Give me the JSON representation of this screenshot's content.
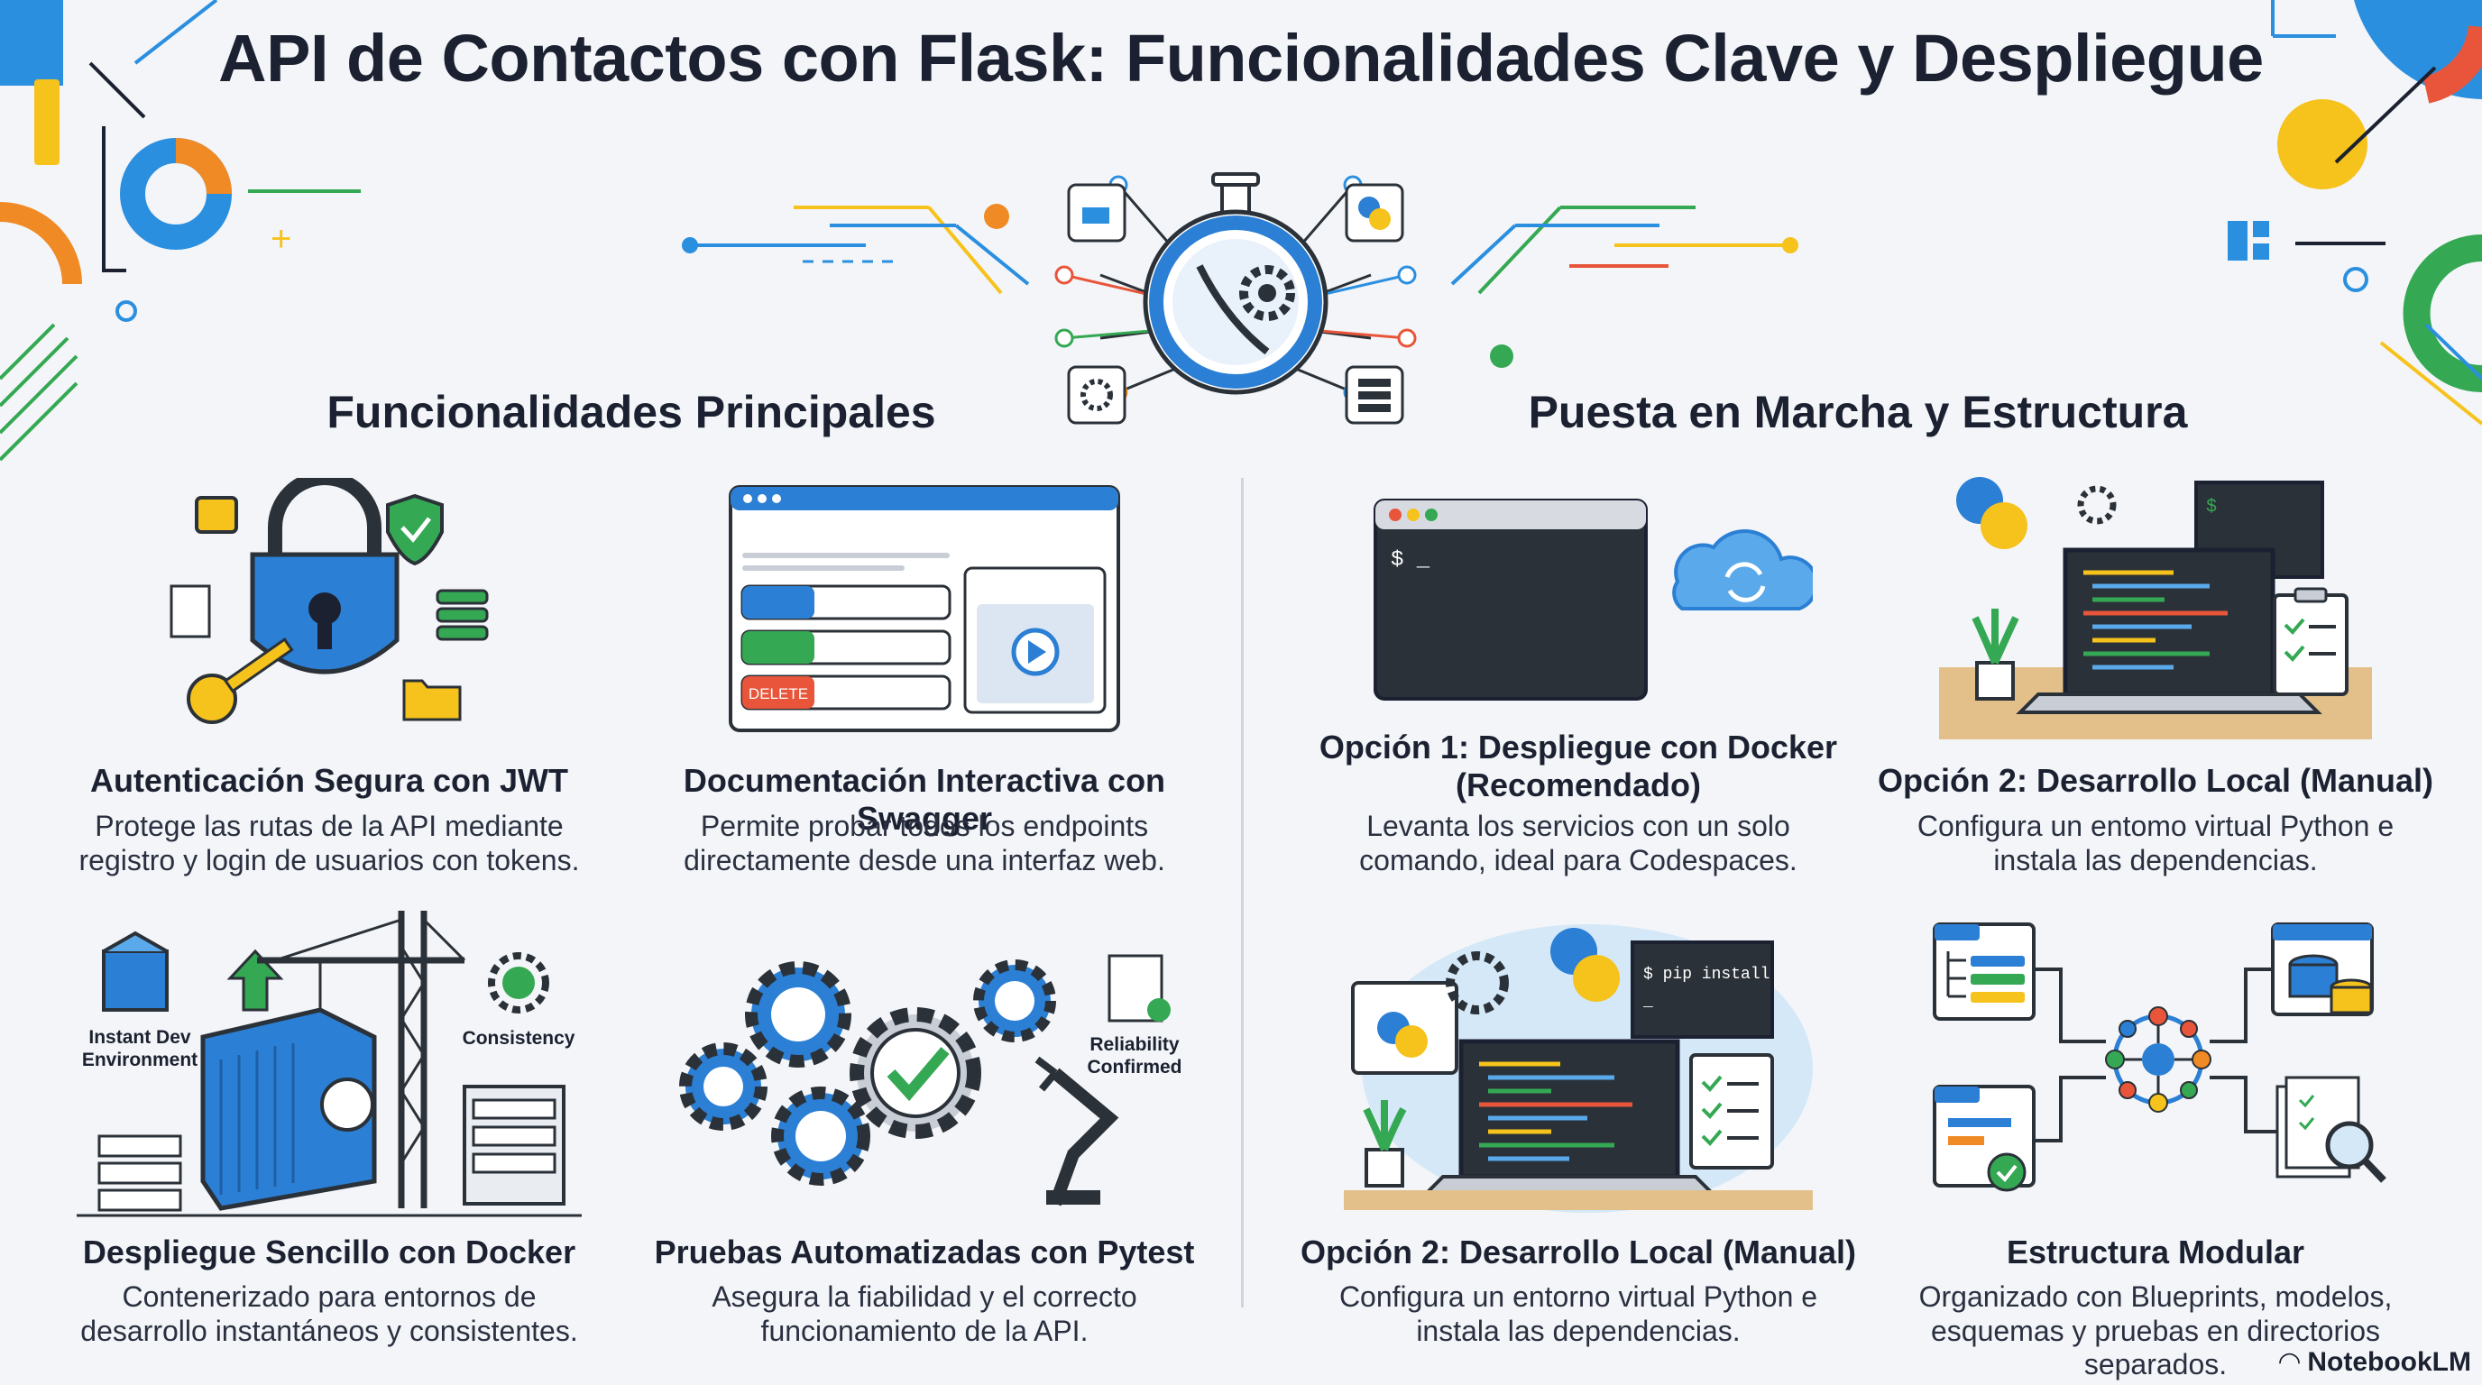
{
  "title": "API de Contactos con Flask: Funcionalidades Clave y Despliegue",
  "sections": {
    "left": "Funcionalidades Principales",
    "right": "Puesta en Marcha y Estructura"
  },
  "cards": [
    {
      "title": "Autenticación Segura con JWT",
      "desc1": "Protege las rutas de la API mediante",
      "desc2": "registro y login de usuarios con tokens."
    },
    {
      "title": "Documentación Interactiva con Swagger",
      "desc1": "Permite probar todos los endpoints",
      "desc2": "directamente desde una interfaz web."
    },
    {
      "title1": "Opción 1: Despliegue con Docker",
      "title2": "(Recomendado)",
      "desc1": "Levanta los servicios con un solo",
      "desc2": "comando, ideal para Codespaces."
    },
    {
      "title": "Opción 2: Desarrollo Local (Manual)",
      "desc1": "Configura un entomo virtual Python e",
      "desc2": "instala las dependencias."
    },
    {
      "title": "Despliegue Sencillo con Docker",
      "desc1": "Contenerizado para entornos de",
      "desc2": "desarrollo instantáneos y consistentes."
    },
    {
      "title": "Pruebas Automatizadas con Pytest",
      "desc1": "Asegura la fiabilidad y el correcto",
      "desc2": "funcionamiento de la API."
    },
    {
      "title": "Opción 2: Desarrollo Local (Manual)",
      "desc1": "Configura un entorno virtual Python e",
      "desc2": "instala las dependencias."
    },
    {
      "title": "Estructura Modular",
      "desc1": "Organizado con Blueprints, modelos,",
      "desc2": "esquemas y pruebas en directorios separados."
    }
  ],
  "illustration_labels": {
    "delete_button": "DELETE",
    "instant_dev_1": "Instant Dev",
    "instant_dev_2": "Environment",
    "consistency": "Consistency",
    "reliability_1": "Reliability",
    "reliability_2": "Confirmed",
    "terminal_prompt": "$ _",
    "pip_install": "$ pip install",
    "pip_cursor": "_",
    "small_terminal_prompt": "$"
  },
  "brand": "NotebookLM",
  "colors": {
    "accent_blue": "#2b7fd4",
    "accent_green": "#34a853",
    "accent_orange": "#f08a24",
    "accent_yellow": "#f6c21c",
    "accent_red": "#e8553a",
    "dark_terminal": "#2b3138"
  }
}
